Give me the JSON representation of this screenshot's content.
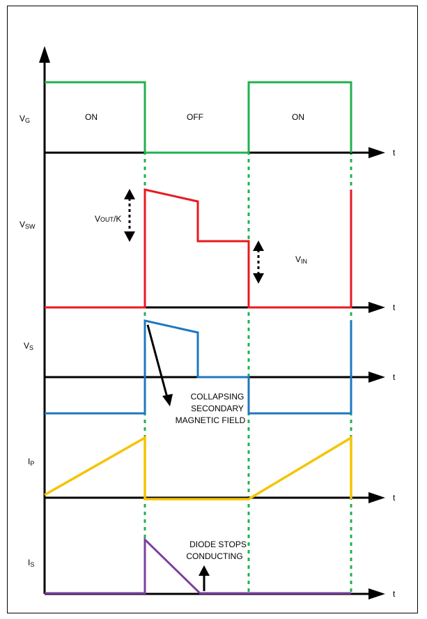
{
  "signals": {
    "vg": {
      "main": "V",
      "sub": "G"
    },
    "vsw": {
      "main": "V",
      "sub": "SW"
    },
    "vs": {
      "main": "V",
      "sub": "S"
    },
    "ip": {
      "main": "I",
      "sub": "P"
    },
    "is": {
      "main": "I",
      "sub": "S"
    }
  },
  "axis_label": "t",
  "phases": {
    "on1": "ON",
    "off": "OFF",
    "on2": "ON"
  },
  "annotations": {
    "vout_k": {
      "main": "V",
      "sub": "OUT",
      "suffix": "/K"
    },
    "vin": {
      "main": "V",
      "sub": "IN"
    },
    "collapsing": [
      "COLLAPSING",
      "SECONDARY",
      "MAGNETIC FIELD"
    ],
    "diode": [
      "DIODE STOPS",
      "CONDUCTING"
    ]
  },
  "colors": {
    "vg": "#22b14c",
    "vsw": "#e8191f",
    "vs": "#1f77c0",
    "ip": "#f5c400",
    "is": "#7b3fa0",
    "guide": "#22b14c",
    "axis": "#000000"
  }
}
